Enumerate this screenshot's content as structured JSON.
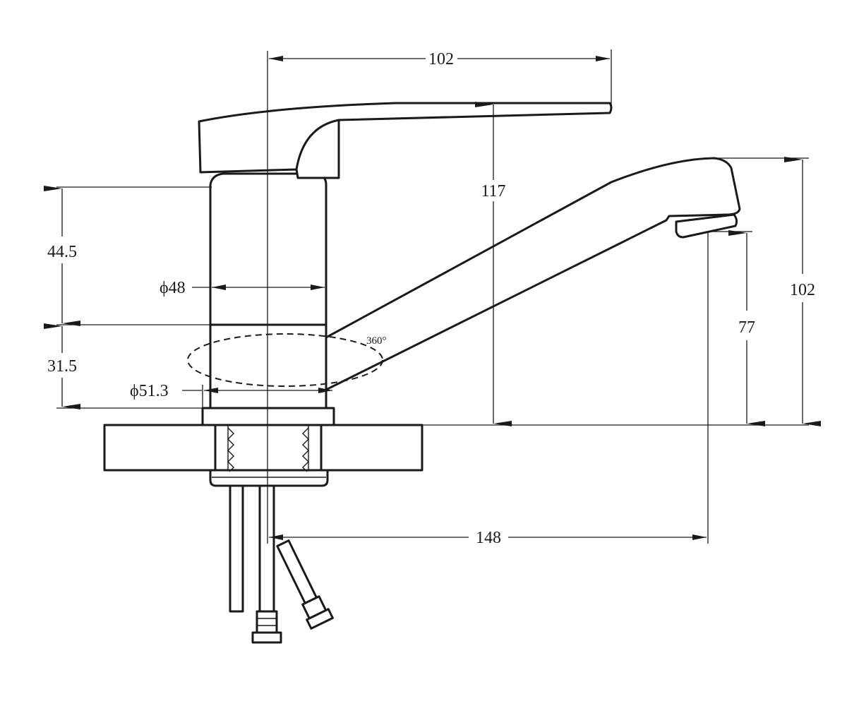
{
  "dimensions": {
    "handle_reach": "102",
    "handle_height": "117",
    "body_height": "44.5",
    "base_height": "31.5",
    "body_diameter": "ϕ48",
    "base_diameter": "ϕ51.3",
    "swivel_angle": "360°",
    "spout_outlet_height": "77",
    "spout_top_height": "102",
    "spout_reach": "148"
  },
  "colors": {
    "line": "#1a1a1a",
    "background": "#ffffff"
  }
}
